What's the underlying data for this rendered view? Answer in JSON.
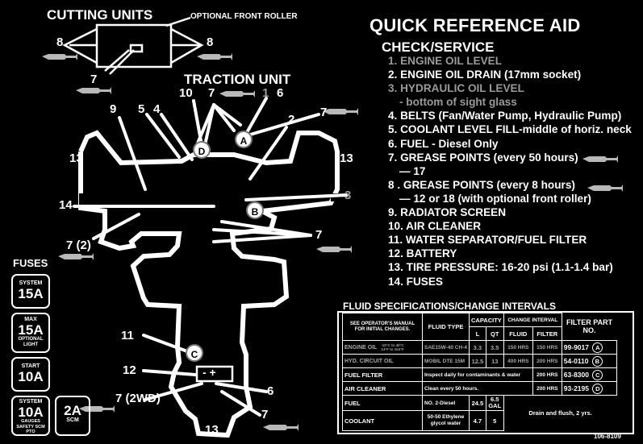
{
  "cutting_units": {
    "title": "CUTTING UNITS",
    "roller_label": "OPTIONAL FRONT ROLLER",
    "left_num": "8",
    "right_num": "8",
    "bottom_num": "7"
  },
  "traction": {
    "title": "TRACTION UNIT",
    "labels": {
      "n10": "10",
      "n7top": "7",
      "n1": "1",
      "n6top": "6",
      "n9": "9",
      "n5": "5",
      "n4": "4",
      "n7right": "7",
      "n2": "2",
      "n13left": "13",
      "n13right": "13",
      "n14": "14",
      "n3": "3",
      "n7_2": "7 (2)",
      "n7mid": "7",
      "n11": "11",
      "n12": "12",
      "n7_2wd": "7 (2WD)",
      "n6bottom": "6",
      "n7bottom": "7",
      "n13bottom": "13"
    },
    "circles": {
      "a": "A",
      "b": "B",
      "c": "C",
      "d": "D"
    },
    "battery": "- +"
  },
  "reference": {
    "title": "QUICK REFERENCE AID",
    "subtitle": "CHECK/SERVICE",
    "items": [
      {
        "text": "1. ENGINE OIL LEVEL",
        "gray": true
      },
      {
        "text": "2. ENGINE OIL DRAIN (17mm socket)",
        "gray": false
      },
      {
        "text": "3. HYDRAULIC OIL LEVEL",
        "gray": true
      },
      {
        "text": "- bottom of sight glass",
        "gray": true,
        "sub": true
      },
      {
        "text": "4. BELTS (Fan/Water Pump, Hydraulic Pump)",
        "gray": false
      },
      {
        "text": "5. COOLANT LEVEL FILL-middle of horiz. neck",
        "gray": false
      },
      {
        "text": "6. FUEL - Diesel Only",
        "gray": false
      },
      {
        "text": "7. GREASE POINTS (every 50 hours)",
        "gray": false,
        "grease": true
      },
      {
        "text": "— 17",
        "gray": false,
        "sub": true
      },
      {
        "text": "8 . GREASE POINTS (every 8 hours)",
        "gray": false,
        "grease": true
      },
      {
        "text": "— 12 or 18 (with optional front roller)",
        "gray": false,
        "sub": true
      },
      {
        "text": "9. RADIATOR SCREEN",
        "gray": false
      },
      {
        "text": "10. AIR CLEANER",
        "gray": false
      },
      {
        "text": "11. WATER SEPARATOR/FUEL FILTER",
        "gray": false
      },
      {
        "text": "12. BATTERY",
        "gray": false
      },
      {
        "text": "13. TIRE PRESSURE: 16-20 psi (1.1-1.4 bar)",
        "gray": false
      },
      {
        "text": "14. FUSES",
        "gray": false
      }
    ]
  },
  "fluid_specs": {
    "title": "FLUID SPECIFICATIONS/CHANGE INTERVALS",
    "headers": {
      "manual": "SEE OPERATOR'S MANUAL FOR INITIAL CHANGES.",
      "fluid_type": "FLUID TYPE",
      "capacity": "CAPACITY",
      "change_interval": "CHANGE INTERVAL",
      "filter_part": "FILTER PART NO.",
      "l": "L",
      "qt": "QT",
      "fluid": "FLUID",
      "filter": "FILTER"
    },
    "rows": {
      "engine_oil": {
        "name": "ENGINE OIL",
        "temp": "-10°C to 40°C 14°F to 104°F",
        "type": "SAE15W-40 CH-4",
        "l": "3.3",
        "qt": "3.5",
        "fluid": "150 HRS",
        "filter": "150 HRS",
        "part": "99-9017",
        "circle": "A"
      },
      "hyd_oil": {
        "name": "HYD. CIRCUIT OIL",
        "type": "MOBIL DTE 15M",
        "l": "12.5",
        "qt": "13",
        "fluid": "400 HRS",
        "filter": "200 HRS",
        "part": "54-0110",
        "circle": "B"
      },
      "fuel_filter": {
        "name": "FUEL FILTER",
        "note": "Inspect daily for contaminants & water",
        "filter": "200 HRS",
        "part": "63-8300",
        "circle": "C"
      },
      "air_cleaner": {
        "name": "AIR CLEANER",
        "note": "Clean every 50 hours.",
        "filter": "200 HRS",
        "part": "93-2195",
        "circle": "D"
      },
      "fuel": {
        "name": "FUEL",
        "type": "NO. 2-Diesel",
        "l": "24.5",
        "qt": "6.5 GAL"
      },
      "coolant": {
        "name": "COOLANT",
        "type": "50-50 Ethylene glycol water",
        "l": "4.7",
        "qt": "5",
        "note": "Drain and flush, 2 yrs."
      }
    }
  },
  "fuses": {
    "title": "FUSES",
    "system": {
      "label": "SYSTEM",
      "value": "15A"
    },
    "max": {
      "label": "MAX",
      "value": "15A",
      "sub": "OPTIONAL LIGHT"
    },
    "start": {
      "label": "START",
      "value": "10A"
    },
    "system2": {
      "label": "SYSTEM",
      "value": "10A",
      "sub": "GAUGES SAFETY SCM PTO"
    },
    "scm": {
      "value": "2A",
      "label": "SCM"
    }
  },
  "part_number": "106-8109",
  "colors": {
    "background": "#000000",
    "foreground": "#ffffff",
    "muted": "#9a9a9a"
  }
}
